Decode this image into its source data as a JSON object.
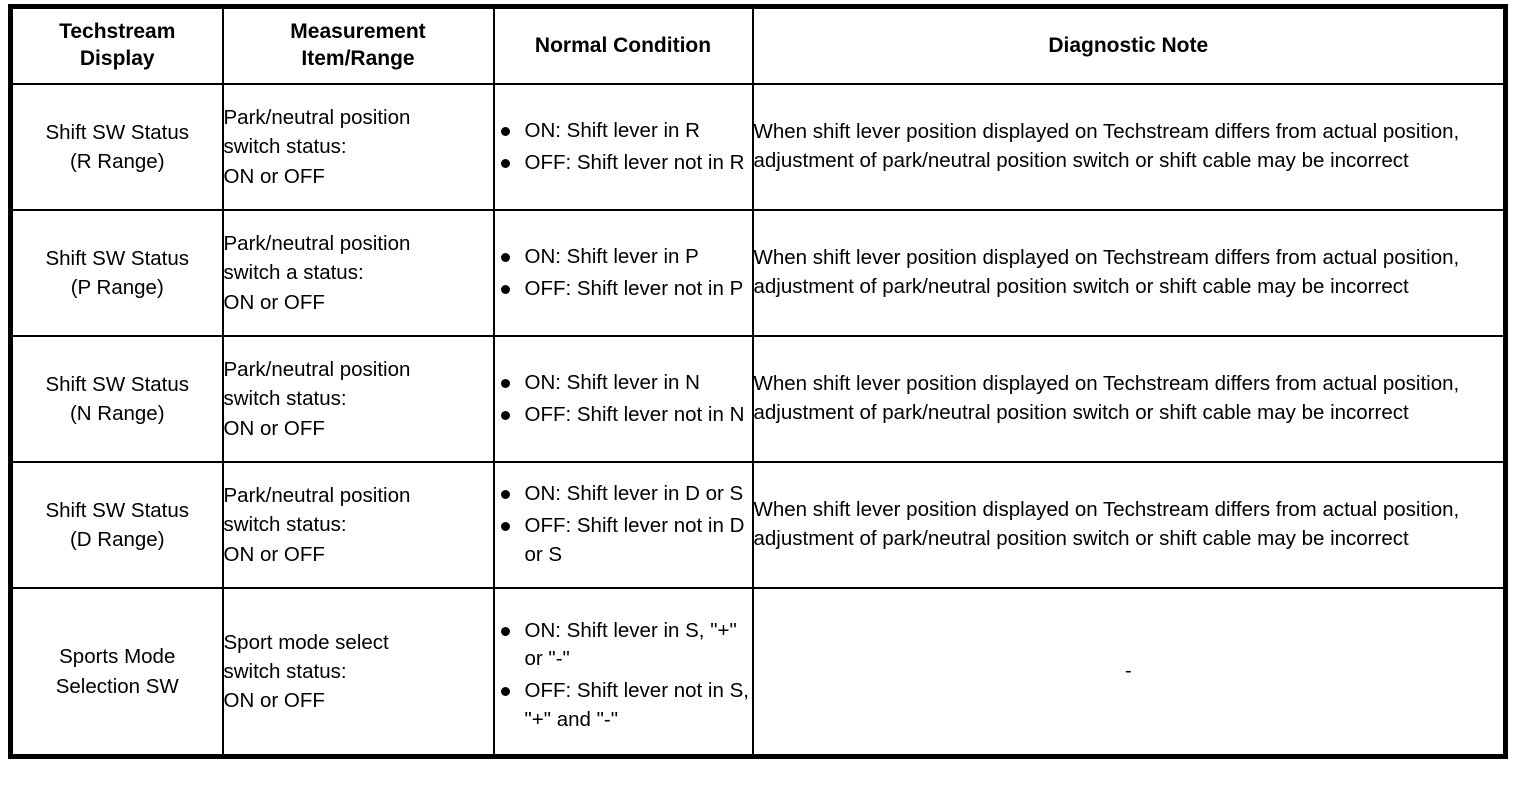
{
  "table": {
    "columns": [
      {
        "id": "techstream-display",
        "label": "Techstream\nDisplay",
        "line1": "Techstream",
        "line2": "Display"
      },
      {
        "id": "measurement-item-range",
        "label": "Measurement\nItem/Range",
        "line1": "Measurement",
        "line2": "Item/Range"
      },
      {
        "id": "normal-condition",
        "label": "Normal Condition",
        "line1": "Normal Condition",
        "line2": ""
      },
      {
        "id": "diagnostic-note",
        "label": "Diagnostic Note",
        "line1": "Diagnostic Note",
        "line2": ""
      }
    ],
    "rows": [
      {
        "display_line1": "Shift SW Status",
        "display_line2": "(R Range)",
        "measurement_line1": "Park/neutral position",
        "measurement_line2": "switch status:",
        "measurement_line3": "ON or OFF",
        "conditions": [
          "ON: Shift lever in R",
          "OFF: Shift lever not in R"
        ],
        "note": "When shift lever position displayed on Techstream differs from actual position, adjustment of park/neutral position switch or shift cable may be incorrect"
      },
      {
        "display_line1": "Shift SW Status",
        "display_line2": "(P Range)",
        "measurement_line1": "Park/neutral position",
        "measurement_line2": "switch a status:",
        "measurement_line3": "ON or OFF",
        "conditions": [
          "ON: Shift lever in P",
          "OFF: Shift lever not in P"
        ],
        "note": "When shift lever position displayed on Techstream differs from actual position, adjustment of park/neutral position switch or shift cable may be incorrect"
      },
      {
        "display_line1": "Shift SW Status",
        "display_line2": "(N Range)",
        "measurement_line1": "Park/neutral position",
        "measurement_line2": "switch status:",
        "measurement_line3": "ON or OFF",
        "conditions": [
          "ON: Shift lever in N",
          "OFF: Shift lever not in N"
        ],
        "note": "When shift lever position displayed on Techstream differs from actual position, adjustment of park/neutral position switch or shift cable may be incorrect"
      },
      {
        "display_line1": "Shift SW Status",
        "display_line2": "(D Range)",
        "measurement_line1": "Park/neutral position",
        "measurement_line2": "switch status:",
        "measurement_line3": "ON or OFF",
        "conditions": [
          "ON: Shift lever in D or S",
          "OFF: Shift lever not in D or S"
        ],
        "note": "When shift lever position displayed on Techstream differs from actual position, adjustment of park/neutral position switch or shift cable may be incorrect"
      },
      {
        "display_line1": "Sports Mode",
        "display_line2": "Selection SW",
        "measurement_line1": "Sport mode select",
        "measurement_line2": "switch status:",
        "measurement_line3": "ON or OFF",
        "conditions": [
          "ON: Shift lever in S, \"+\" or \"-\"",
          "OFF: Shift lever not in S, \"+\" and \"-\""
        ],
        "note": "-"
      }
    ]
  },
  "style": {
    "border_color": "#000000",
    "background": "#ffffff",
    "text_color": "#000000"
  }
}
